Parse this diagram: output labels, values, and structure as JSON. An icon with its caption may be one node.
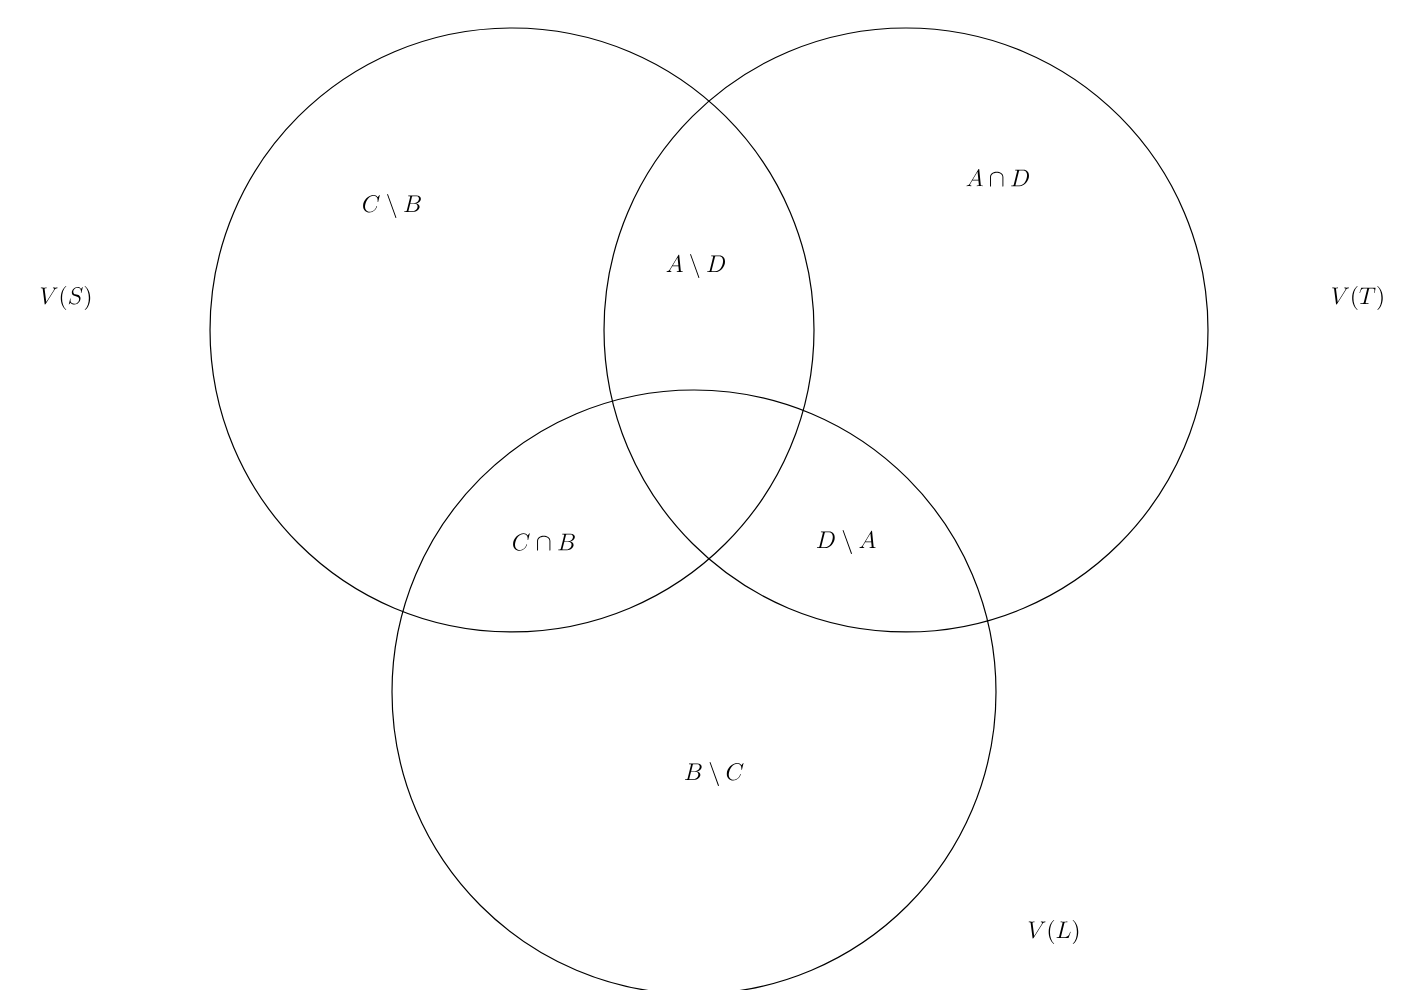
{
  "diagram": {
    "nodes": [
      {
        "text": [],
        "shape": "circle"
      },
      {
        "text": [],
        "shape": "circle"
      },
      {
        "text": [],
        "shape": "circle"
      }
    ],
    "labels": [
      "A \\cap D",
      "C \\setminus B",
      "A \\setminus D",
      "V(S)",
      "V(T)",
      "C \\cap B",
      "D \\setminus A",
      "B \\setminus C",
      "V(L)"
    ]
  }
}
